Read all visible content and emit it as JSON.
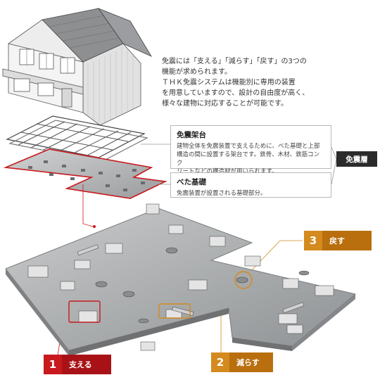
{
  "intro": {
    "line1": "免震には「支える」「減らす」「戻す」の3つの",
    "line2": "機能が求められます。",
    "line3": "ＴＨＫ免震システムは機能別に専用の装置",
    "line4": "を用意していますので、設計の自由度が高く、",
    "line5": "様々な建物に対応することが可能です。"
  },
  "frame_box": {
    "title": "免震架台",
    "line1": "建物全体を免震装置で支えるために、べた基礎と上部",
    "line2": "構造の間に設置する架台です。鉄骨、木材、鉄筋コンク",
    "line3": "リートなどの構造材が用いられます。"
  },
  "base_box": {
    "title": "べた基礎",
    "line1": "免震装置が設置される基礎部分。"
  },
  "layer_tag": "免震層",
  "labels": {
    "support": {
      "num": "1",
      "text": "支える"
    },
    "reduce": {
      "num": "2",
      "text": "減らす"
    },
    "restore": {
      "num": "3",
      "text": "戻す"
    }
  },
  "colors": {
    "red": "#c8191e",
    "orange": "#d48a1e",
    "dark": "#2b2b2b"
  }
}
